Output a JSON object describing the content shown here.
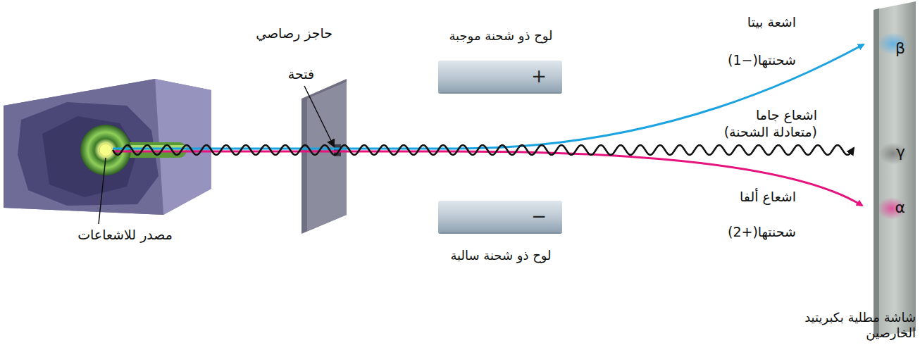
{
  "diagram": {
    "nodes": [
      {
        "text": [
          "لوح ذو شحنة موجبة",
          "+"
        ]
      },
      {
        "text": [
          "−",
          "لوح ذو شحنة سالبة"
        ]
      }
    ],
    "labels": [
      "حاجز رصاصي",
      "فتحة",
      "مصدر للاشعاعات",
      "اشعة بيتا",
      "شحنتها(−1)",
      "β",
      "اشعاع جاما",
      "(متعادلة الشحنة)",
      "γ",
      "اشعاع ألفا",
      "شحنتها(+2)",
      "α",
      "شاشة مطلية بكبريتيد الخارصين"
    ]
  }
}
